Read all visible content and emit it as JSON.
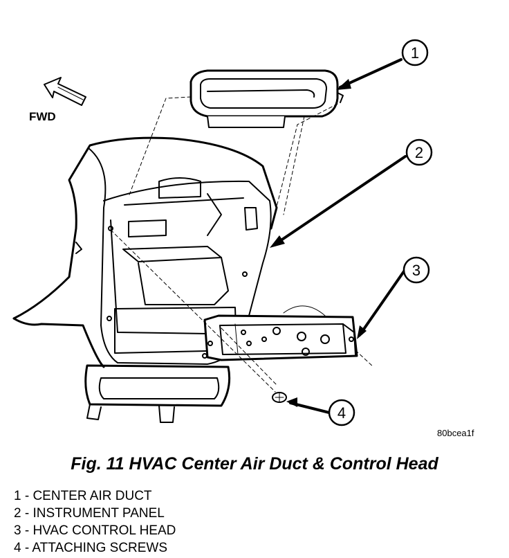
{
  "diagram": {
    "fwd_label": "FWD",
    "reference_code": "80bcea1f",
    "callouts": [
      "1",
      "2",
      "3",
      "4"
    ]
  },
  "caption": "Fig. 11 HVAC Center Air Duct & Control Head",
  "legend": [
    "1 - CENTER AIR DUCT",
    "2 - INSTRUMENT PANEL",
    "3 - HVAC CONTROL HEAD",
    "4 - ATTACHING SCREWS"
  ],
  "colors": {
    "ink": "#000000",
    "background": "#ffffff"
  }
}
